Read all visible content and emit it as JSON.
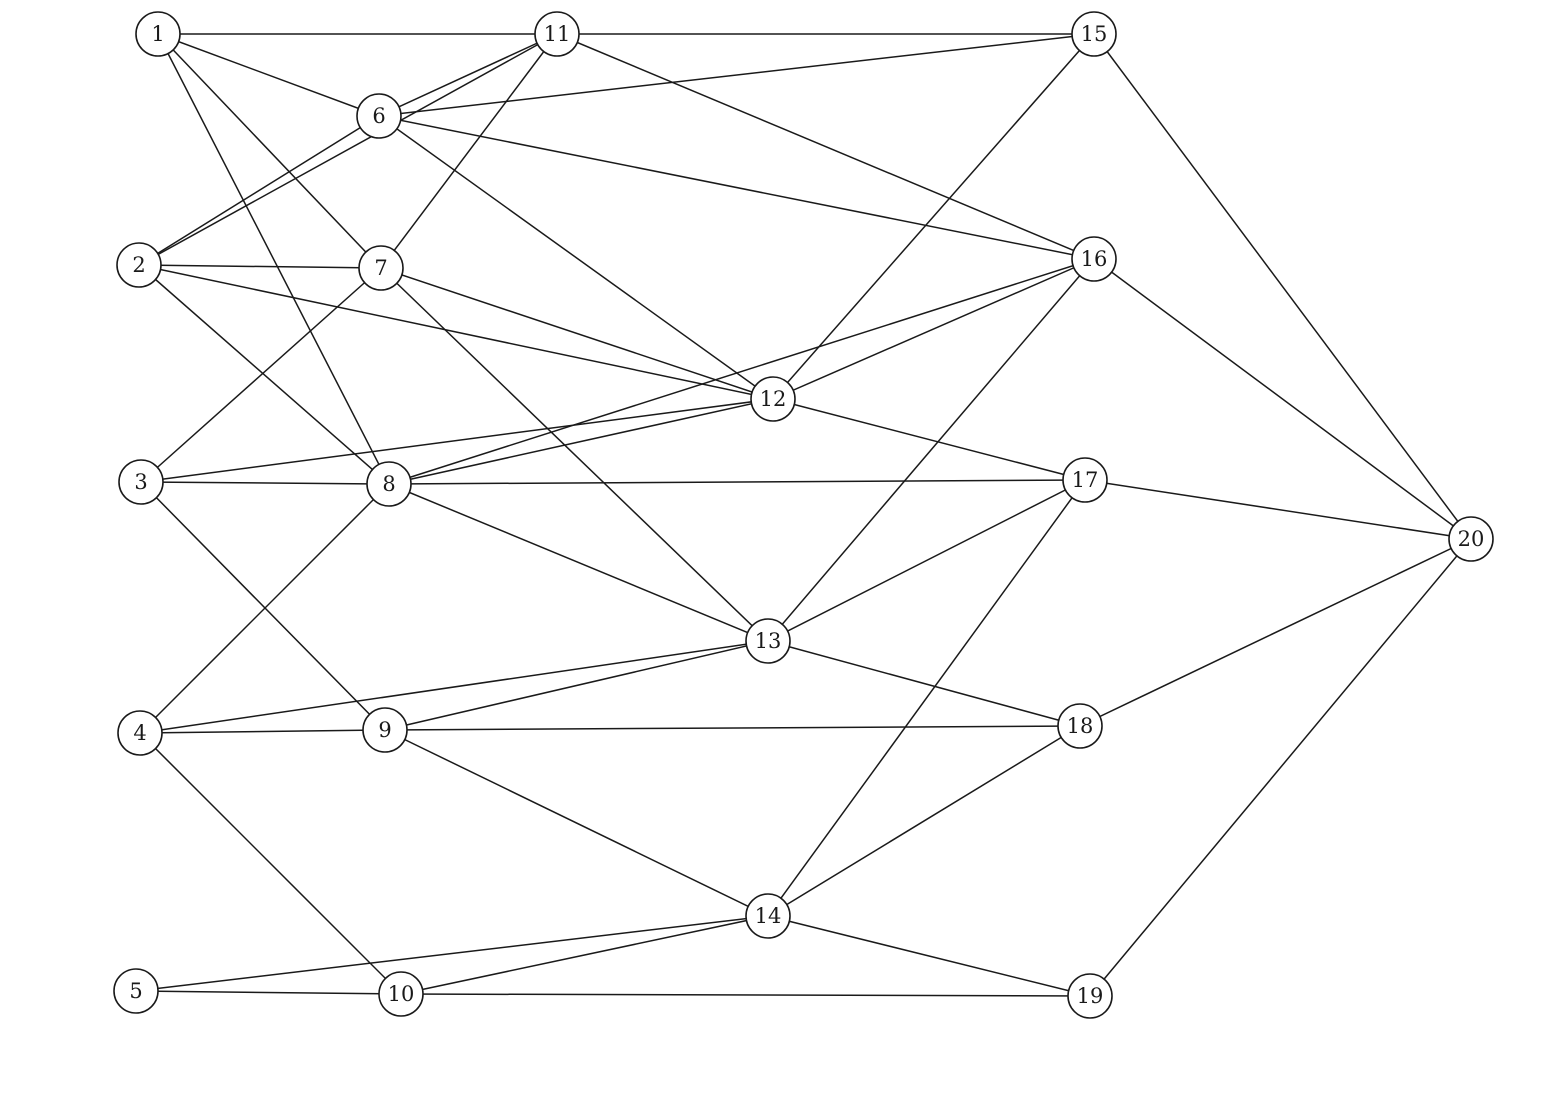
{
  "diagram": {
    "type": "undirected-graph",
    "colors": {
      "edge": "#1a1a1a",
      "node_fill": "#ffffff",
      "node_stroke": "#1a1a1a",
      "text": "#1a1a1a"
    },
    "nodes": [
      {
        "id": "1",
        "label": "1"
      },
      {
        "id": "2",
        "label": "2"
      },
      {
        "id": "3",
        "label": "3"
      },
      {
        "id": "4",
        "label": "4"
      },
      {
        "id": "5",
        "label": "5"
      },
      {
        "id": "6",
        "label": "6"
      },
      {
        "id": "7",
        "label": "7"
      },
      {
        "id": "8",
        "label": "8"
      },
      {
        "id": "9",
        "label": "9"
      },
      {
        "id": "10",
        "label": "10"
      },
      {
        "id": "11",
        "label": "11"
      },
      {
        "id": "12",
        "label": "12"
      },
      {
        "id": "13",
        "label": "13"
      },
      {
        "id": "14",
        "label": "14"
      },
      {
        "id": "15",
        "label": "15"
      },
      {
        "id": "16",
        "label": "16"
      },
      {
        "id": "17",
        "label": "17"
      },
      {
        "id": "18",
        "label": "18"
      },
      {
        "id": "19",
        "label": "19"
      },
      {
        "id": "20",
        "label": "20"
      }
    ],
    "edges": [
      [
        "1",
        "11"
      ],
      [
        "1",
        "6"
      ],
      [
        "1",
        "7"
      ],
      [
        "1",
        "8"
      ],
      [
        "2",
        "6"
      ],
      [
        "2",
        "11"
      ],
      [
        "2",
        "7"
      ],
      [
        "2",
        "12"
      ],
      [
        "2",
        "8"
      ],
      [
        "3",
        "7"
      ],
      [
        "3",
        "12"
      ],
      [
        "3",
        "8"
      ],
      [
        "3",
        "9"
      ],
      [
        "4",
        "8"
      ],
      [
        "4",
        "13"
      ],
      [
        "4",
        "9"
      ],
      [
        "4",
        "10"
      ],
      [
        "5",
        "14"
      ],
      [
        "5",
        "10"
      ],
      [
        "6",
        "11"
      ],
      [
        "6",
        "15"
      ],
      [
        "6",
        "16"
      ],
      [
        "6",
        "12"
      ],
      [
        "7",
        "11"
      ],
      [
        "7",
        "12"
      ],
      [
        "7",
        "13"
      ],
      [
        "8",
        "16"
      ],
      [
        "8",
        "12"
      ],
      [
        "8",
        "17"
      ],
      [
        "8",
        "13"
      ],
      [
        "9",
        "13"
      ],
      [
        "9",
        "18"
      ],
      [
        "9",
        "14"
      ],
      [
        "10",
        "14"
      ],
      [
        "10",
        "19"
      ],
      [
        "11",
        "15"
      ],
      [
        "11",
        "16"
      ],
      [
        "12",
        "15"
      ],
      [
        "12",
        "16"
      ],
      [
        "12",
        "17"
      ],
      [
        "13",
        "16"
      ],
      [
        "13",
        "17"
      ],
      [
        "13",
        "18"
      ],
      [
        "14",
        "17"
      ],
      [
        "14",
        "18"
      ],
      [
        "14",
        "19"
      ],
      [
        "15",
        "20"
      ],
      [
        "16",
        "20"
      ],
      [
        "17",
        "20"
      ],
      [
        "18",
        "20"
      ],
      [
        "19",
        "20"
      ]
    ]
  }
}
